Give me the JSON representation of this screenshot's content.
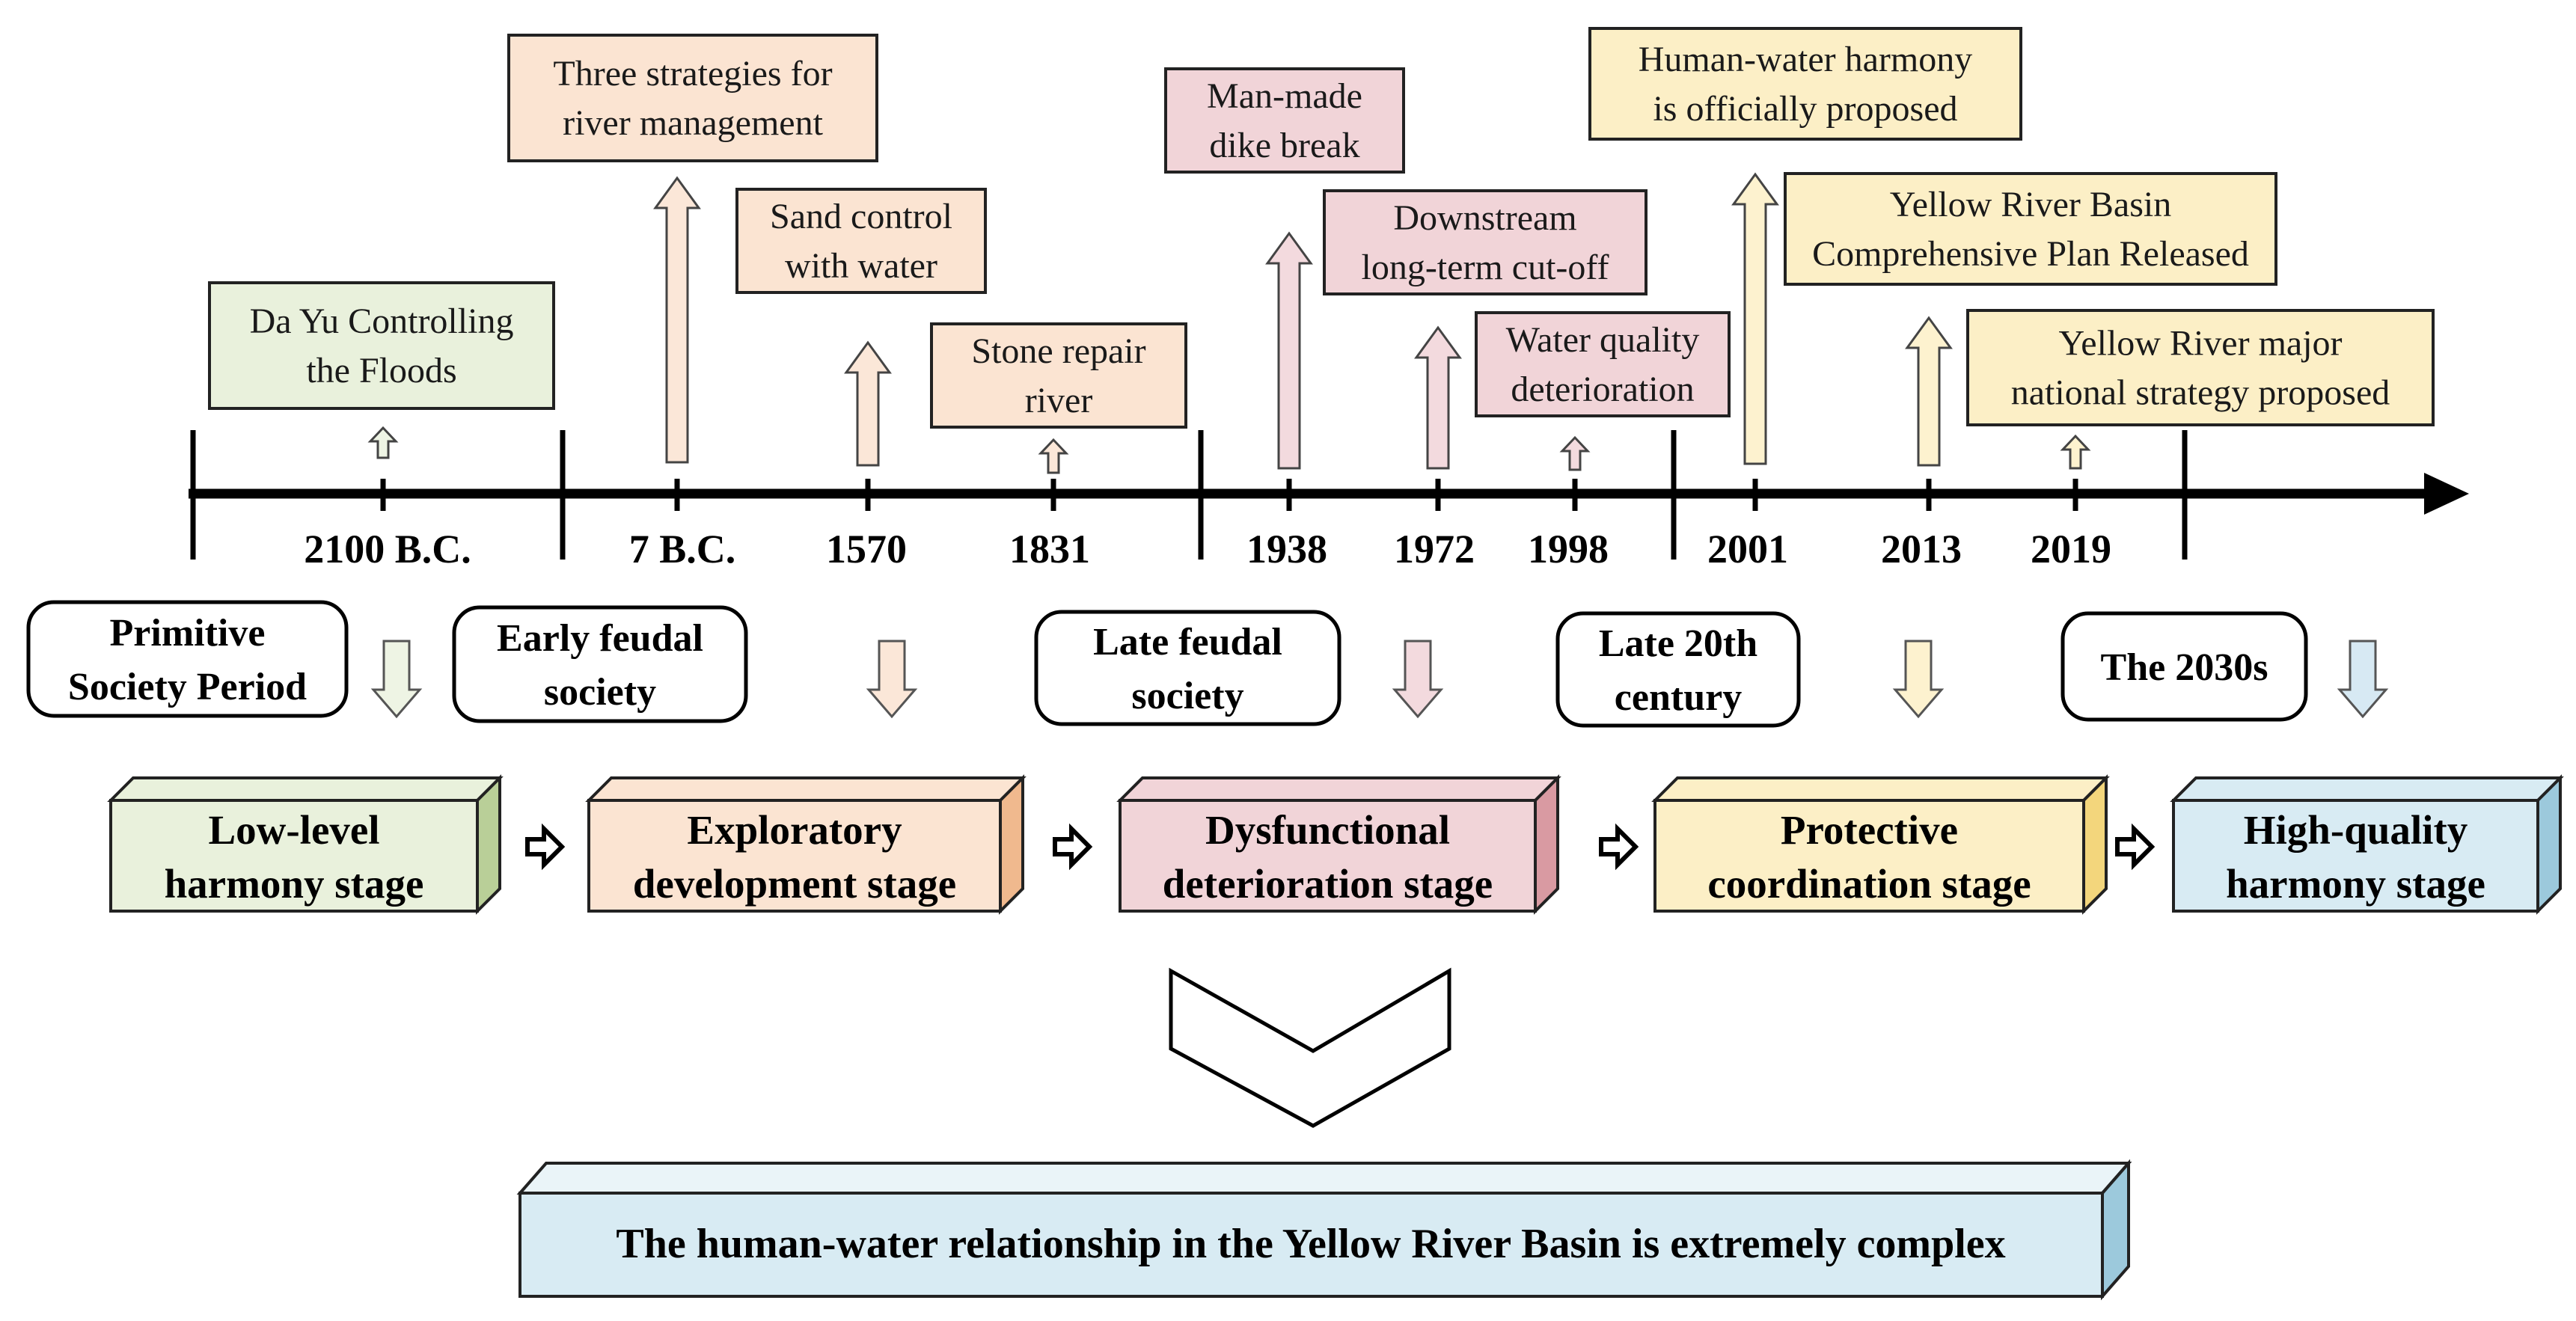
{
  "events": [
    {
      "id": "dayu",
      "lines": [
        "Da Yu Controlling",
        "the Floods"
      ],
      "stage": "green"
    },
    {
      "id": "three",
      "lines": [
        "Three strategies for",
        "river management"
      ],
      "stage": "orange"
    },
    {
      "id": "sand",
      "lines": [
        "Sand control",
        "with water"
      ],
      "stage": "orange"
    },
    {
      "id": "stone",
      "lines": [
        "Stone repair",
        "river"
      ],
      "stage": "orange"
    },
    {
      "id": "dike",
      "lines": [
        "Man-made",
        "dike break"
      ],
      "stage": "pink"
    },
    {
      "id": "cutoff",
      "lines": [
        "Downstream",
        "long-term cut-off"
      ],
      "stage": "pink"
    },
    {
      "id": "quality",
      "lines": [
        "Water quality",
        "deterioration"
      ],
      "stage": "pink"
    },
    {
      "id": "harmony",
      "lines": [
        "Human-water harmony",
        "is officially proposed"
      ],
      "stage": "yellow"
    },
    {
      "id": "plan",
      "lines": [
        "Yellow River Basin",
        "Comprehensive Plan Released"
      ],
      "stage": "yellow"
    },
    {
      "id": "strategy",
      "lines": [
        "Yellow River major",
        "national strategy proposed"
      ],
      "stage": "yellow"
    }
  ],
  "years": [
    "2100 B.C.",
    "7 B.C.",
    "1570",
    "1831",
    "1938",
    "1972",
    "1998",
    "2001",
    "2013",
    "2019"
  ],
  "periods": [
    {
      "lines": [
        "Primitive",
        "Society Period"
      ]
    },
    {
      "lines": [
        "Early feudal",
        "society"
      ]
    },
    {
      "lines": [
        "Late feudal",
        "society"
      ]
    },
    {
      "lines": [
        "Late 20th",
        "century"
      ]
    },
    {
      "lines": [
        "The 2030s"
      ]
    }
  ],
  "stages": [
    {
      "lines": [
        "Low-level",
        "harmony stage"
      ],
      "color": "green"
    },
    {
      "lines": [
        "Exploratory",
        "development stage"
      ],
      "color": "orange"
    },
    {
      "lines": [
        "Dysfunctional",
        "deterioration stage"
      ],
      "color": "pink"
    },
    {
      "lines": [
        "Protective",
        "coordination stage"
      ],
      "color": "yellow"
    },
    {
      "lines": [
        "High-quality",
        "harmony stage"
      ],
      "color": "blue"
    }
  ],
  "conclusion": "The human-water relationship in the Yellow River Basin is extremely complex",
  "colors": {
    "green": {
      "fill": "#e9f1dc",
      "side": "#b9cf98",
      "arrow": "#eef4e4"
    },
    "orange": {
      "fill": "#fbe4d2",
      "side": "#f0b98e",
      "arrow": "#fbe7d8"
    },
    "pink": {
      "fill": "#f1d4d8",
      "side": "#d99aa2",
      "arrow": "#f3dade"
    },
    "yellow": {
      "fill": "#fcefc6",
      "side": "#f3d67c",
      "arrow": "#fdf2cf"
    },
    "blue": {
      "fill": "#d8ebf3",
      "side": "#9cc9dc",
      "arrow": "#d7e9f3"
    },
    "line": "#000000"
  }
}
